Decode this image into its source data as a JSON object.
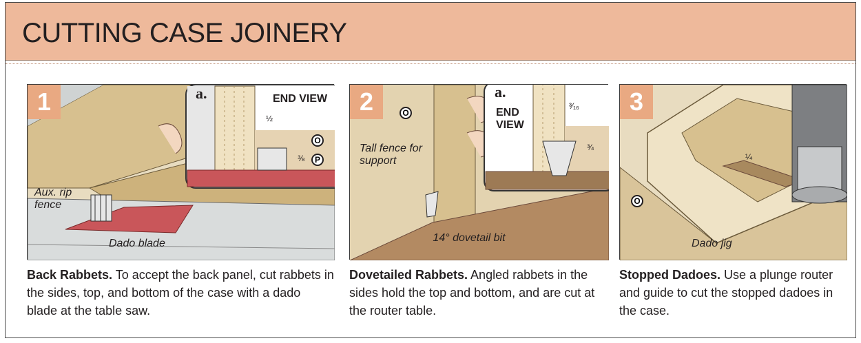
{
  "title": "CUTTING CASE JOINERY",
  "panels": [
    {
      "number": "1",
      "labels": {
        "aux_fence": "Aux. rip fence",
        "dado_blade": "Dado blade"
      },
      "inset": {
        "letter": "a.",
        "title": "END VIEW",
        "dim_half": "½",
        "dim_3_8": "⅜",
        "badge_o": "O",
        "badge_p": "P"
      },
      "caption_bold": "Back Rabbets.",
      "caption_text": " To accept the back panel, cut rabbets in the sides, top, and bottom of the case with a dado blade at the table saw."
    },
    {
      "number": "2",
      "labels": {
        "badge_o": "O",
        "tall_fence": "Tall fence for support",
        "bit": "14° dovetail bit"
      },
      "inset": {
        "letter": "a.",
        "title": "END VIEW",
        "dim_3_16": "³⁄₁₆",
        "dim_3_4": "¾"
      },
      "caption_bold": "Dovetailed Rabbets.",
      "caption_text": " Angled rabbets in the sides hold the top and bottom, and are cut at the router table."
    },
    {
      "number": "3",
      "labels": {
        "badge_o": "O",
        "dim_1_4": "¼",
        "dado_jig": "Dado jig"
      },
      "caption_bold": "Stopped Dadoes.",
      "caption_text": " Use a plunge router and guide to cut the stopped dadoes in the case."
    }
  ],
  "colors": {
    "banner": "#eeb99b",
    "number_badge": "#e9a982",
    "wood": "#d9c49a",
    "blade_red": "#c9565a"
  }
}
